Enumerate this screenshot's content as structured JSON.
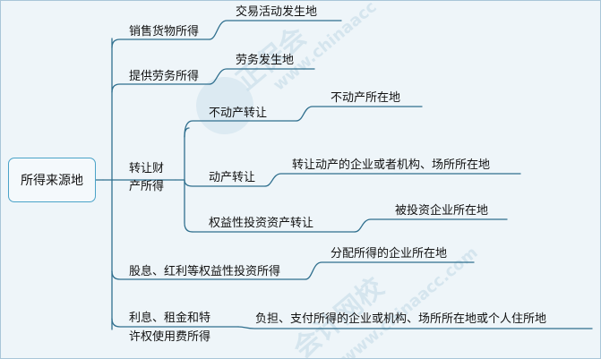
{
  "root": "所得来源地",
  "branches": [
    {
      "label": "销售货物所得",
      "leaf": "交易活动发生地"
    },
    {
      "label": "提供劳务所得",
      "leaf": "劳务发生地"
    },
    {
      "label_lines": [
        "转让财",
        "产所得"
      ],
      "children": [
        {
          "label": "不动产转让",
          "leaf": "不动产所在地"
        },
        {
          "label": "动产转让",
          "leaf": "转让动产的企业或者机构、场所所在地"
        },
        {
          "label": "权益性投资资产转让",
          "leaf": "被投资企业所在地"
        }
      ]
    },
    {
      "label": "股息、红利等权益性投资所得",
      "leaf": "分配所得的企业所在地"
    },
    {
      "label_lines": [
        "利息、租金和特",
        "许权使用费所得"
      ],
      "leaf": "负担、支付所得的企业或机构、场所所在地或个人住所地"
    }
  ],
  "watermark": {
    "text_1": "正保会",
    "text_2": "www.chinaacc",
    "text_3": "会计网校",
    "text_4": "www.chinaacc.com"
  },
  "colors": {
    "line": "#2f6f8e",
    "box_border": "#4aa3c8",
    "background": "#eef5f9"
  }
}
